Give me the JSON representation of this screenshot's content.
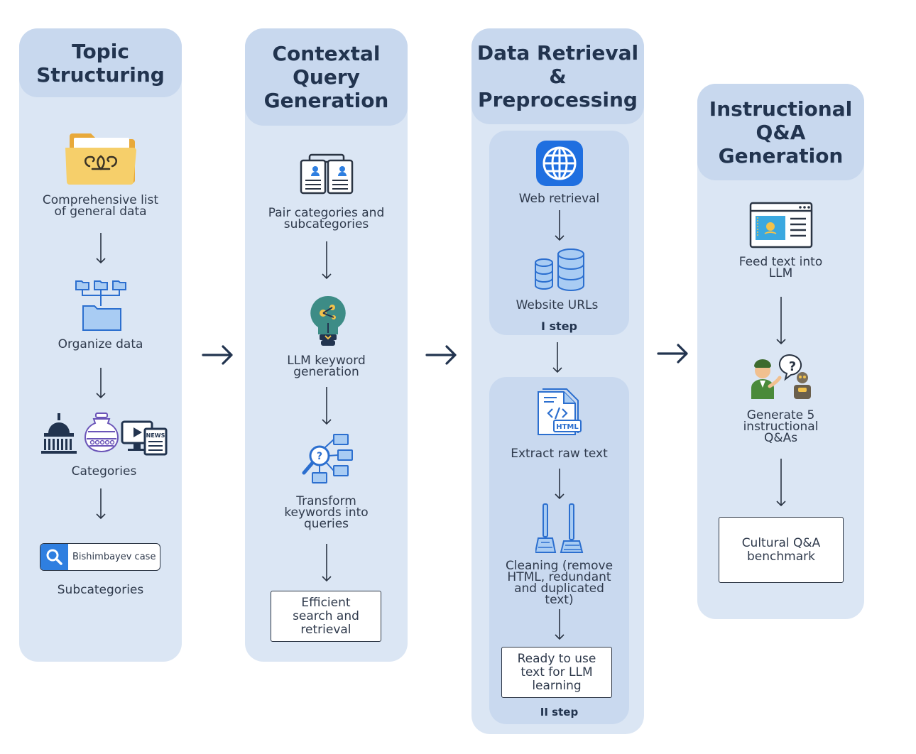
{
  "columns": [
    {
      "title": "Topic\nStructuring",
      "items": {
        "comprehensive": "Comprehensive list\nof general data",
        "organize": "Organize data",
        "categories": "Categories",
        "subcategories": "Subcategories"
      },
      "search_text": "Bishimbayev case"
    },
    {
      "title": "Contextal\nQuery\nGeneration",
      "items": {
        "pair": "Pair categories and\nsubcategories",
        "llm_keyword": "LLM keyword\ngeneration",
        "transform": "Transform\nkeywords into\nqueries"
      },
      "result": "Efficient\nsearch and\nretrieval"
    },
    {
      "title": "Data Retrieval\n&\nPreprocessing",
      "items": {
        "web": "Web retrieval",
        "urls": "Website URLs",
        "step1": "I step",
        "extract": "Extract raw text",
        "cleaning": "Cleaning (remove\nHTML, redundant\nand duplicated\ntext)",
        "step2": "II step"
      },
      "result": "Ready to use\ntext for LLM\nlearning"
    },
    {
      "title": "Instructional\nQ&A\nGeneration",
      "items": {
        "feed": "Feed text into\nLLM",
        "generate": "Generate 5\ninstructional\nQ&As"
      },
      "result": "Cultural Q&A\nbenchmark"
    }
  ],
  "icons": {
    "folder": "folder-icon",
    "hierarchy": "folder-hierarchy-icon",
    "capitol": "capitol-icon",
    "vase": "vase-icon",
    "news": "news-icon",
    "search": "search-icon",
    "documents": "documents-icon",
    "bulb": "lightbulb-icon",
    "query": "query-network-icon",
    "globe": "globe-icon",
    "database": "database-icon",
    "html": "html-file-icon",
    "brooms": "broom-icon",
    "browser": "browser-window-icon",
    "chat": "person-robot-icon"
  },
  "colors": {
    "column_bg": "#dbe6f4",
    "header_bg": "#c8d8ee",
    "sub_bg": "#c9d9ef",
    "title_text": "#22344f",
    "arrow": "#22344f",
    "accent_blue": "#2f7fe0"
  }
}
